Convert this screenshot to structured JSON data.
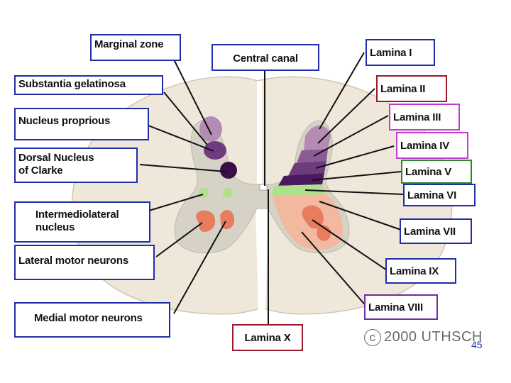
{
  "labels": {
    "marginal_zone": "Marginal zone",
    "central_canal": "Central canal",
    "substantia_gelatinosa": "Substantia gelatinosa",
    "nucleus_proprius": "Nucleus proprious",
    "dorsal_nucleus_clarke": "Dorsal Nucleus\nof Clarke",
    "intermediolateral_nucleus": "Intermediolateral\nnucleus",
    "lateral_motor_neurons": "Lateral motor neurons",
    "medial_motor_neurons": "Medial motor neurons",
    "lamina_x": "Lamina X",
    "lamina_i": "Lamina I",
    "lamina_ii": "Lamina II",
    "lamina_iii": "Lamina III",
    "lamina_iv": "Lamina IV",
    "lamina_v": "Lamina V",
    "lamina_vi": "Lamina VI",
    "lamina_vii": "Lamina VII",
    "lamina_ix": "Lamina IX",
    "lamina_viii": "Lamina VIII"
  },
  "copyright": {
    "symbol": "c",
    "text": "2000 UTHSCH"
  },
  "slide_number": "45",
  "colors": {
    "white_matter": "#efe8da",
    "grey_matter": "#d6d2c6",
    "lamina_i": "#b48bb5",
    "lamina_ii": "#8c5a95",
    "lamina_iii": "#6f3b7e",
    "lamina_iv": "#4a1a5e",
    "lamina_v": "#aee08e",
    "motor_pools": "#e87c5e",
    "label_border_default": "#1f2fa8",
    "label_border_red": "#9c1a2e",
    "label_border_magenta": "#c23ccf",
    "label_border_green": "#2a8a2a",
    "label_border_purple": "#6a2fa0"
  }
}
